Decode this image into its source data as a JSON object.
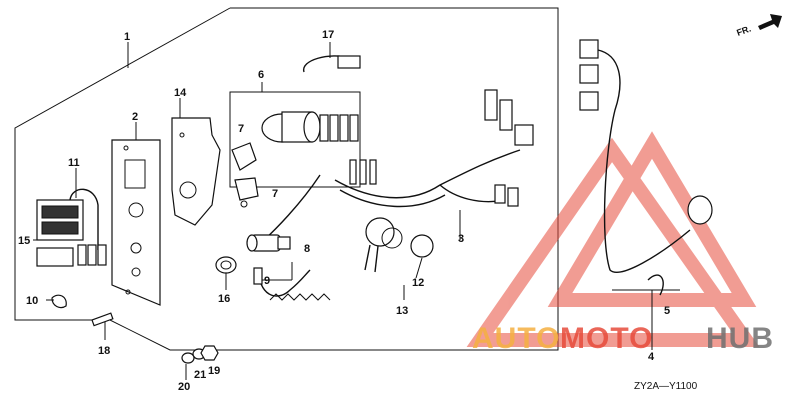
{
  "diagram": {
    "callouts": [
      "1",
      "2",
      "3",
      "4",
      "5",
      "6",
      "7",
      "7",
      "8",
      "9",
      "10",
      "11",
      "12",
      "13",
      "14",
      "15",
      "16",
      "17",
      "18",
      "19",
      "20",
      "21"
    ],
    "direction_label": "FR.",
    "diagram_code": "ZY2A—Y1100"
  },
  "watermark": {
    "text_auto": "AUTO",
    "text_moto": "MOTO",
    "text_hub": "HUB",
    "color_orange": "#f5b041",
    "color_red": "#e74c3c",
    "color_gray": "#707070"
  }
}
